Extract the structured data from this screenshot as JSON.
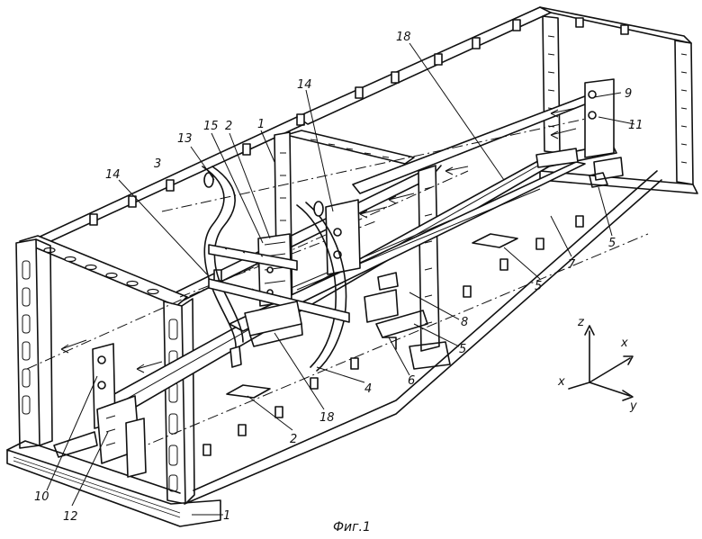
{
  "figure": {
    "caption": "Фиг.1"
  },
  "axes": {
    "z": "z",
    "x_top": "x",
    "x_bottom": "x",
    "y": "y"
  },
  "labels": {
    "l1_top": "1",
    "l1_bottom": "1",
    "l2_top": "2",
    "l2_bottom": "2",
    "l3": "3",
    "l4": "4",
    "l5_a": "5",
    "l5_b": "5",
    "l5_c": "5",
    "l6": "6",
    "l7": "7",
    "l8": "8",
    "l9": "9",
    "l10": "10",
    "l11": "11",
    "l12": "12",
    "l13": "13",
    "l14_a": "14",
    "l14_b": "14",
    "l15": "15",
    "l18_top": "18",
    "l18_bottom": "18"
  }
}
